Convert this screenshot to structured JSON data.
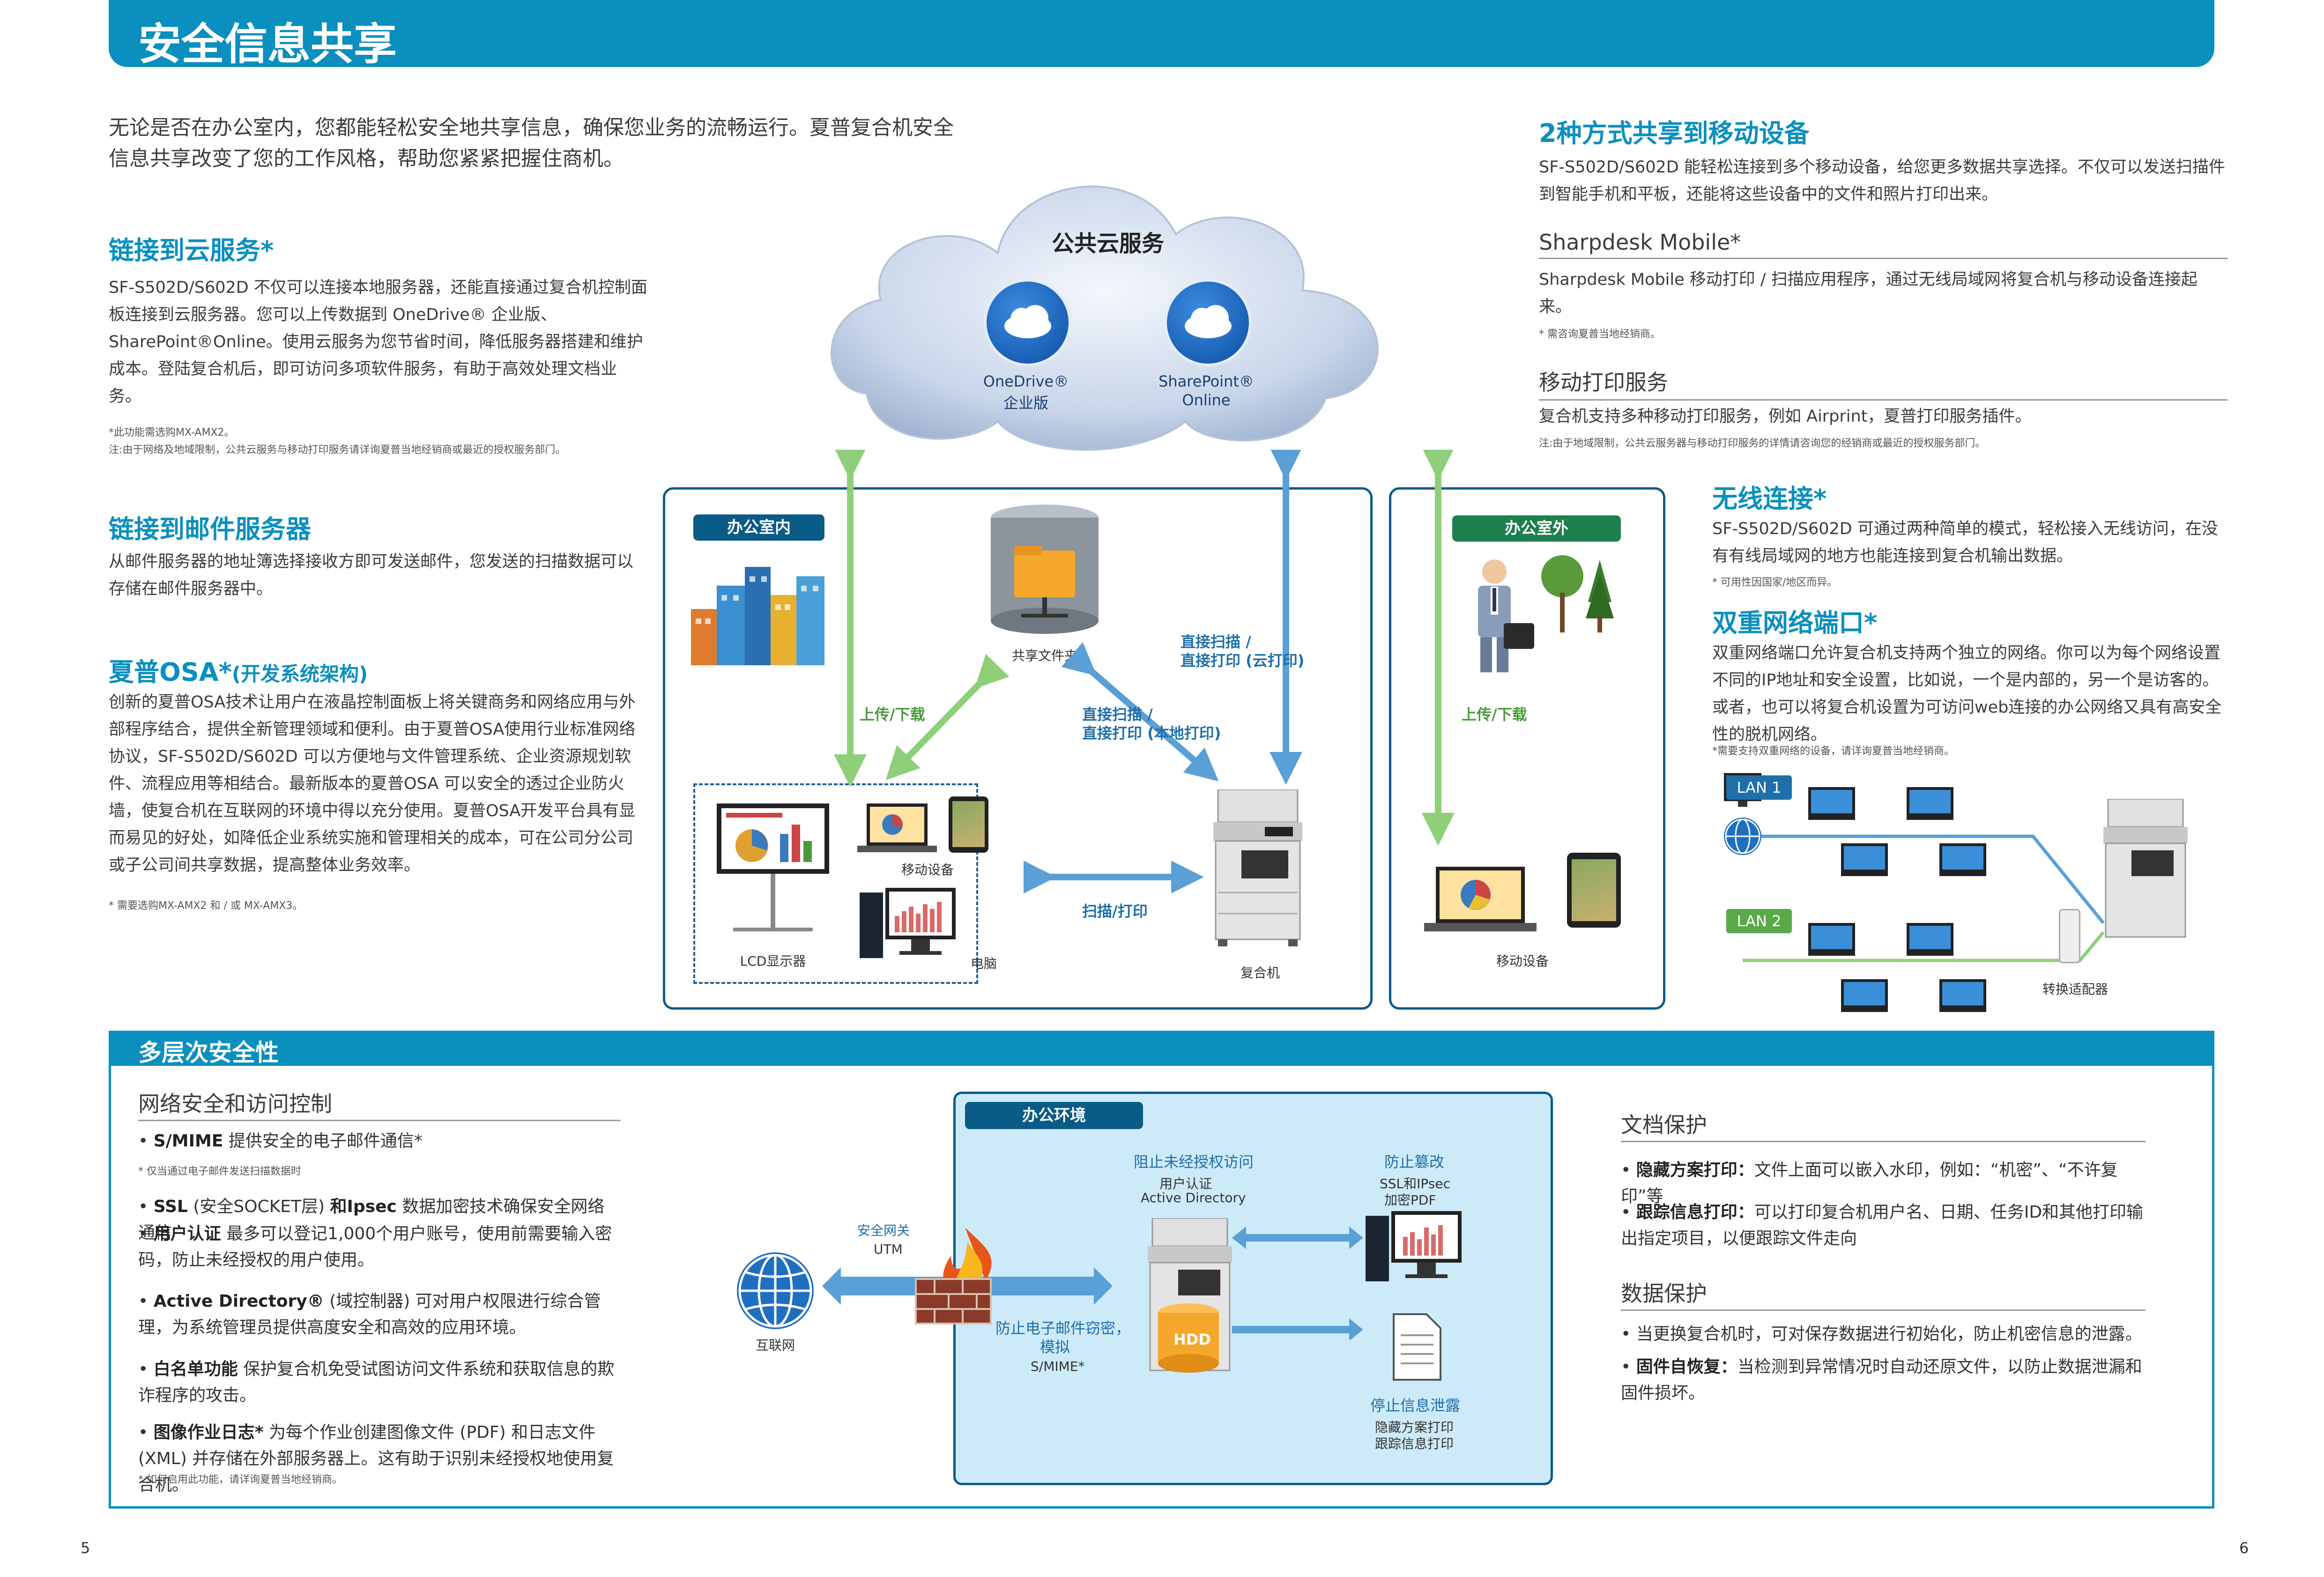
{
  "header": {
    "title": "安全信息共享"
  },
  "intro": "无论是否在办公室内，您都能轻松安全地共享信息，确保您业务的流畅运行。夏普复合机安全信息共享改变了您的工作风格，帮助您紧紧把握住商机。",
  "cloud_section": {
    "title": "链接到云服务*",
    "body": "SF-S502D/S602D 不仅可以连接本地服务器，还能直接通过复合机控制面板连接到云服务器。您可以上传数据到 OneDrive® 企业版、SharePoint®Online。使用云服务为您节省时间，降低服务器搭建和维护成本。登陆复合机后，即可访问多项软件服务，有助于高效处理文档业务。",
    "note1": "*此功能需选购MX-AMX2。",
    "note2": "注:由于网络及地域限制，公共云服务与移动打印服务请详询夏普当地经销商或最近的授权服务部门。"
  },
  "mail_section": {
    "title": "链接到邮件服务器",
    "body": "从邮件服务器的地址簿选择接收方即可发送邮件，您发送的扫描数据可以存储在邮件服务器中。"
  },
  "osa_section": {
    "title": "夏普OSA*",
    "title_suffix": "(开发系统架构)",
    "body": "创新的夏普OSA技术让用户在液晶控制面板上将关键商务和网络应用与外部程序结合，提供全新管理领域和便利。由于夏普OSA使用行业标准网络协议，SF-S502D/S602D 可以方便地与文件管理系统、企业资源规划软件、流程应用等相结合。最新版本的夏普OSA 可以安全的透过企业防火墙，使复合机在互联网的环境中得以充分使用。夏普OSA开发平台具有显而易见的好处，如降低企业系统实施和管理相关的成本，可在公司分公司或子公司间共享数据，提高整体业务效率。",
    "note": "* 需要选购MX-AMX2 和 / 或 MX-AMX3。"
  },
  "diagram": {
    "cloud_title": "公共云服务",
    "onedrive": "OneDrive®",
    "onedrive2": "企业版",
    "sharepoint": "SharePoint®",
    "sharepoint2": "Online",
    "office_in": "办公室内",
    "office_out": "办公室外",
    "shared_folder": "共享文件夹",
    "upload_download": "上传/下载",
    "upload_download_out": "上传/下载",
    "direct_scan_cloud": "直接扫描 /",
    "direct_print_cloud": "直接打印 (云打印)",
    "direct_scan_local": "直接扫描 /",
    "direct_print_local": "直接打印 (本地打印)",
    "scan_print": "扫描/打印",
    "mobile_device": "移动设备",
    "lcd": "LCD显示器",
    "pc": "电脑",
    "mfp": "复合机",
    "mobile_device_out": "移动设备"
  },
  "mobile_section": {
    "title": "2种方式共享到移动设备",
    "body": "SF-S502D/S602D 能轻松连接到多个移动设备，给您更多数据共享选择。不仅可以发送扫描件到智能手机和平板，还能将这些设备中的文件和照片打印出来。",
    "sharpdesk_title": "Sharpdesk Mobile*",
    "sharpdesk_body": "Sharpdesk Mobile 移动打印 / 扫描应用程序，通过无线局域网将复合机与移动设备连接起来。",
    "sharpdesk_note": "* 需咨询夏普当地经销商。",
    "mobile_print_title": "移动打印服务",
    "mobile_print_body": "复合机支持多种移动打印服务，例如 Airprint，夏普打印服务插件。",
    "mobile_print_note": "注:由于地域限制，公共云服务器与移动打印服务的详情请咨询您的经销商或最近的授权服务部门。"
  },
  "wireless_section": {
    "title": "无线连接*",
    "body": "SF-S502D/S602D 可通过两种简单的模式，轻松接入无线访问，在没有有线局域网的地方也能连接到复合机输出数据。",
    "note": "* 可用性因国家/地区而异。"
  },
  "dual_section": {
    "title": "双重网络端口*",
    "body": "双重网络端口允许复合机支持两个独立的网络。你可以为每个网络设置不同的IP地址和安全设置，比如说，一个是内部的，另一个是访客的。或者，也可以将复合机设置为可访问web连接的办公网络又具有高安全性的脱机网络。",
    "note": "*需要支持双重网络的设备，请详询夏普当地经销商。",
    "lan1": "LAN 1",
    "lan2": "LAN 2",
    "adapter": "转换适配器"
  },
  "security": {
    "title": "多层次安全性",
    "net_title": "网络安全和访问控制",
    "smime_b": "S/MIME",
    "smime": " 提供安全的电子邮件通信*",
    "smime_note": "* 仅当通过电子邮件发送扫描数据时",
    "ssl_b": "SSL",
    "ssl": " (安全SOCKET层) ",
    "ipsec_b": "和Ipsec",
    "ssl_rest": " 数据加密技术确保安全网络通信",
    "auth_b": "用户认证",
    "auth": " 最多可以登记1,000个用户账号，使用前需要输入密码，防止未经授权的用户使用。",
    "ad_b": "Active Directory®",
    "ad": " (域控制器) 可对用户权限进行综合管理，为系统管理员提供高度安全和高效的应用环境。",
    "wl_b": "白名单功能",
    "wl": " 保护复合机免受试图访问文件系统和获取信息的欺诈程序的攻击。",
    "log_b": "图像作业日志*",
    "log": " 为每个作业创建图像文件 (PDF) 和日志文件 (XML) 并存储在外部服务器上。这有助于识别未经授权地使用复合机。",
    "log_note": "* 如何启用此功能，请详询夏普当地经销商。",
    "office_env": "办公环境",
    "internet": "互联网",
    "gateway": "安全网关",
    "utm": "UTM",
    "block_title": "阻止未经授权访问",
    "block_1": "用户认证",
    "block_2": "Active Directory",
    "tamper_title": "防止篡改",
    "tamper_1": "SSL和IPsec",
    "tamper_2": "加密PDF",
    "email_title": "防止电子邮件窃密，",
    "email_title2": "模拟",
    "email_sub": "S/MIME*",
    "hdd": "HDD",
    "leak_title": "停止信息泄露",
    "leak_1": "隐藏方案打印",
    "leak_2": "跟踪信息打印",
    "doc_title": "文档保护",
    "hidden_b": "隐藏方案打印：",
    "hidden": "文件上面可以嵌入水印，例如：“机密”、“不许复印”等",
    "track_b": "跟踪信息打印：",
    "track": "可以打印复合机用户名、日期、任务ID和其他打印输出指定项目，以便跟踪文件走向",
    "data_title": "数据保护",
    "data1": "当更换复合机时，可对保存数据进行初始化，防止机密信息的泄露。",
    "fw_b": "固件自恢复：",
    "fw": "当检测到异常情况时自动还原文件，以防止数据泄漏和固件损坏。"
  },
  "page_numbers": {
    "left": "5",
    "right": "6"
  }
}
